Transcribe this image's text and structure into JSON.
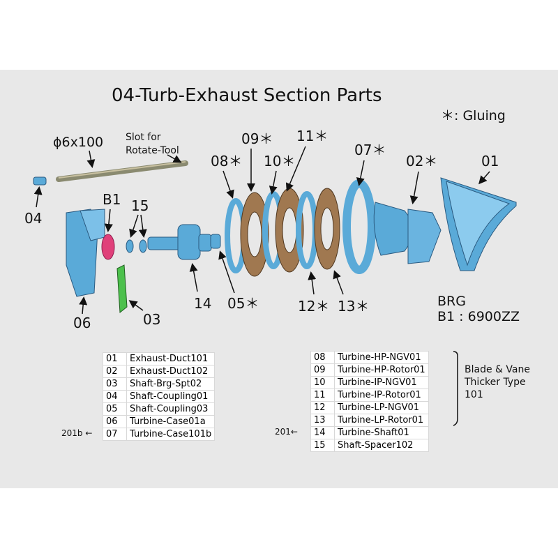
{
  "title": "04-Turb-Exhaust Section Parts",
  "gluing_note": "＊: Gluing",
  "rod_label": "ϕ6x100",
  "slot_label": [
    "Slot for",
    "Rotate-Tool"
  ],
  "callouts": {
    "c01": "01",
    "c02": "02＊",
    "c03": "03",
    "c04": "04",
    "c05": "05＊",
    "c06": "06",
    "c07": "07＊",
    "c08": "08＊",
    "c09": "09＊",
    "c10": "10＊",
    "c11": "11＊",
    "c12": "12＊",
    "c13": "13＊",
    "c14": "14",
    "c15": "15",
    "b1": "B1"
  },
  "bearing": {
    "heading": "BRG",
    "spec": "B1 : 6900ZZ"
  },
  "left_table": [
    {
      "no": "01",
      "name": "Exhaust-Duct101"
    },
    {
      "no": "02",
      "name": "Exhaust-Duct102"
    },
    {
      "no": "03",
      "name": "Shaft-Brg-Spt02"
    },
    {
      "no": "04",
      "name": "Shaft-Coupling01"
    },
    {
      "no": "05",
      "name": "Shaft-Coupling03"
    },
    {
      "no": "06",
      "name": "Turbine-Case01a"
    },
    {
      "no": "07",
      "name": "Turbine-Case101b"
    }
  ],
  "right_table": [
    {
      "no": "08",
      "name": "Turbine-HP-NGV01"
    },
    {
      "no": "09",
      "name": "Turbine-HP-Rotor01"
    },
    {
      "no": "10",
      "name": "Turbine-IP-NGV01"
    },
    {
      "no": "11",
      "name": "Turbine-IP-Rotor01"
    },
    {
      "no": "12",
      "name": "Turbine-LP-NGV01"
    },
    {
      "no": "13",
      "name": "Turbine-LP-Rotor01"
    },
    {
      "no": "14",
      "name": "Turbine-Shaft01"
    },
    {
      "no": "15",
      "name": "Shaft-Spacer102"
    }
  ],
  "ref_left": "201b ←",
  "ref_right": "201←",
  "bracket_note": [
    "Blade & Vane",
    "Thicker Type",
    "101"
  ],
  "colors": {
    "panel": "#e8e8e8",
    "part_blue": "#5aaad8",
    "bronze": "#a07850",
    "pink": "#e0407a",
    "green": "#4cc04c",
    "rod": "#8a8a70"
  }
}
